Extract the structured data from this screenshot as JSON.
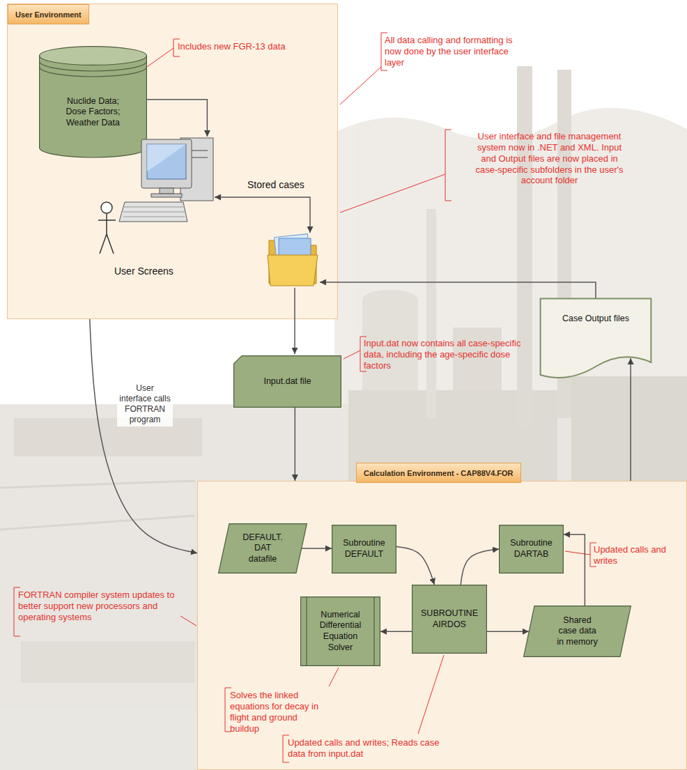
{
  "diagram": {
    "nodes": [
      {
        "text": [
          "User Environment"
        ]
      },
      {
        "text": [
          "Nuclide Data; Dose Factors; Weather Data"
        ],
        "in": 0
      },
      {
        "text": [
          "User Screens"
        ],
        "in": 0
      },
      {
        "text": [
          "Input.dat file"
        ]
      },
      {
        "text": [
          "Case Output files"
        ]
      },
      {
        "text": [
          "Calculation Environment - CAP88V4.FOR"
        ]
      },
      {
        "text": [
          "DEFAULT. DAT datafile"
        ],
        "in": 5
      },
      {
        "text": [
          "Subroutine DEFAULT"
        ],
        "in": 5
      },
      {
        "text": [
          "Subroutine DARTAB"
        ],
        "in": 5
      },
      {
        "text": [
          "Numerical Differential Equation Solver"
        ],
        "in": 5
      },
      {
        "text": [
          "SUBROUTINE AIRDOS"
        ],
        "in": 5
      },
      {
        "text": [
          "Shared case data in memory"
        ],
        "in": 5
      }
    ],
    "edges": [
      {
        "from": 1,
        "to": 2,
        "arrow": "to"
      },
      {
        "from": 0,
        "to": 5,
        "label": "User interface calls FORTRAN program",
        "arrow": "to"
      },
      {
        "from": 3,
        "to": 5,
        "arrow": "to"
      },
      {
        "from": 5,
        "to": 4,
        "arrow": "to"
      },
      {
        "from": 6,
        "to": 7,
        "arrow": "to"
      },
      {
        "from": 7,
        "to": 10,
        "arrow": "to"
      },
      {
        "from": 10,
        "to": 8,
        "arrow": "to"
      },
      {
        "from": 10,
        "to": 9,
        "arrow": "to"
      },
      {
        "from": 10,
        "to": 11,
        "arrow": "to"
      },
      {
        "from": 11,
        "to": 8,
        "arrow": "to"
      }
    ],
    "labels": [
      "Includes new FGR-13 data",
      "All data calling and formatting is now done by the user interface layer",
      "User interface and file management system now in .NET and XML. Input and Output files are now placed in case-specific subfolders in the user's account folder",
      "Stored cases",
      "Input.dat now contains all case-specific data, including the age-specific dose factors",
      "Updated calls and writes",
      "FORTRAN compiler system updates to better support new processors and operating systems",
      "Solves the linked equations for decay in flight and ground buildup",
      "Updated calls and writes; Reads case data from input.dat"
    ]
  }
}
